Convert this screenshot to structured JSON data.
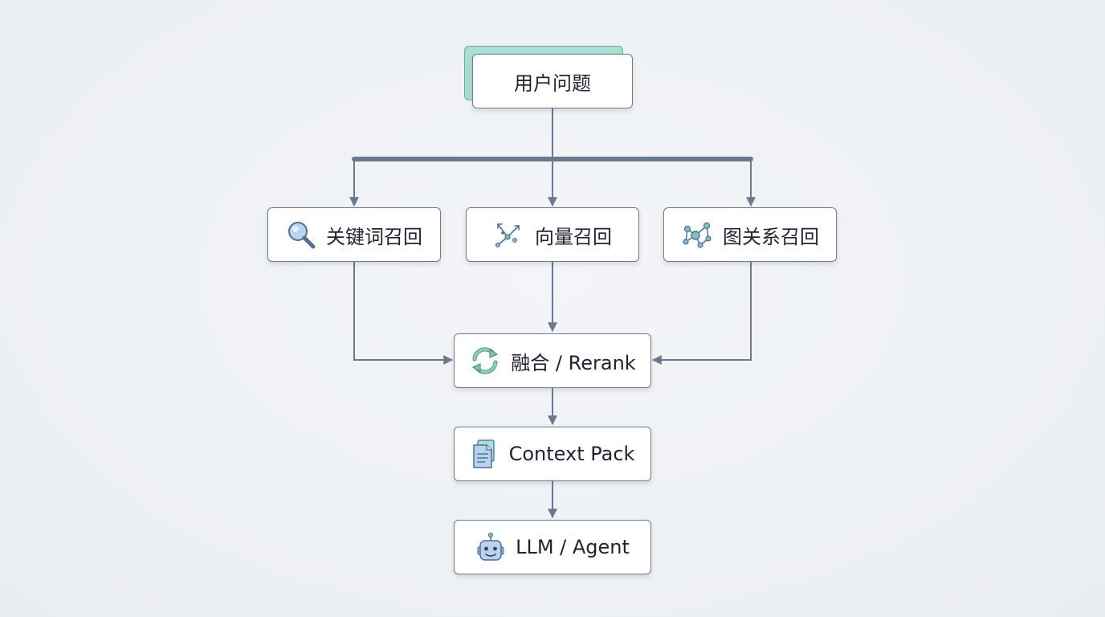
{
  "diagram": {
    "nodes": {
      "question": {
        "label": "用户问题"
      },
      "keyword": {
        "label": "关键词召回",
        "icon": "magnifier-icon"
      },
      "vector": {
        "label": "向量召回",
        "icon": "vector-scatter-icon"
      },
      "graph": {
        "label": "图关系召回",
        "icon": "graph-network-icon"
      },
      "fusion": {
        "label": "融合 / Rerank",
        "icon": "refresh-cycle-icon"
      },
      "context": {
        "label": "Context Pack",
        "icon": "documents-icon"
      },
      "agent": {
        "label": "LLM / Agent",
        "icon": "robot-icon"
      }
    },
    "edges": [
      {
        "from": "question",
        "to": "keyword"
      },
      {
        "from": "question",
        "to": "vector"
      },
      {
        "from": "question",
        "to": "graph"
      },
      {
        "from": "keyword",
        "to": "fusion"
      },
      {
        "from": "vector",
        "to": "fusion"
      },
      {
        "from": "graph",
        "to": "fusion"
      },
      {
        "from": "fusion",
        "to": "context"
      },
      {
        "from": "context",
        "to": "agent"
      }
    ],
    "colors": {
      "line": "#6b798c",
      "node_border": "#6f7d8f",
      "accent_teal": "#a9ded2",
      "icon_blue": "#8fb2dd",
      "icon_green": "#7fc3b2"
    }
  }
}
